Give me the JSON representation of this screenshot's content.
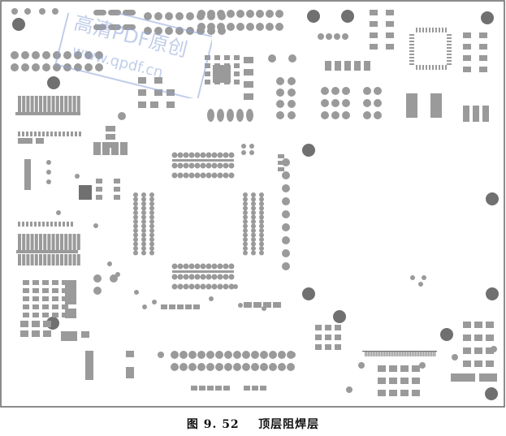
{
  "figure": {
    "caption": "图 9. 52    顶层阻焊层"
  },
  "watermark": {
    "line1": "高清PDF原创",
    "line2": "www.qpdf.cn"
  },
  "colors": {
    "board_background": "#ffffff",
    "board_outline": "#666666",
    "pad_fill": "#9a9a9a",
    "pad_dark": "#707070",
    "watermark_blue": "#8fa6d8"
  }
}
